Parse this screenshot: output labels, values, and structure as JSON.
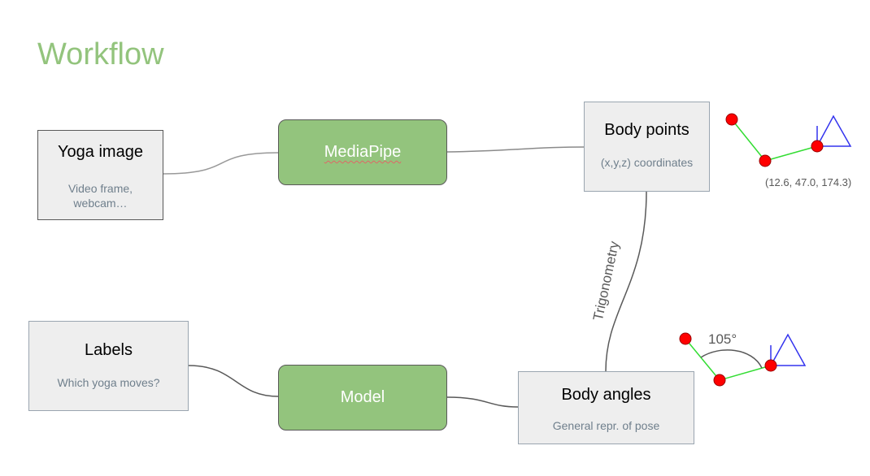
{
  "title": "Workflow",
  "nodes": {
    "yoga_image": {
      "title": "Yoga image",
      "subtitle": "Video frame, webcam…"
    },
    "mediapipe": {
      "label": "MediaPipe"
    },
    "body_points": {
      "title": "Body points",
      "subtitle": "(x,y,z) coordinates"
    },
    "labels": {
      "title": "Labels",
      "subtitle": "Which yoga moves?"
    },
    "model": {
      "label": "Model"
    },
    "body_angles": {
      "title": "Body angles",
      "subtitle": "General repr. of pose"
    }
  },
  "edges": {
    "trigonometry_label": "Trigonometry"
  },
  "illustrations": {
    "points_coordinates": "(12.6, 47.0, 174.3)",
    "angle_value": "105°"
  },
  "colors": {
    "title": "#93c47d",
    "process_fill": "#93c47d",
    "box_fill": "#eeeeee",
    "joint": "#ff0000",
    "limb": "#33dd33",
    "camera": "#3333ee",
    "connector": "#595959"
  }
}
